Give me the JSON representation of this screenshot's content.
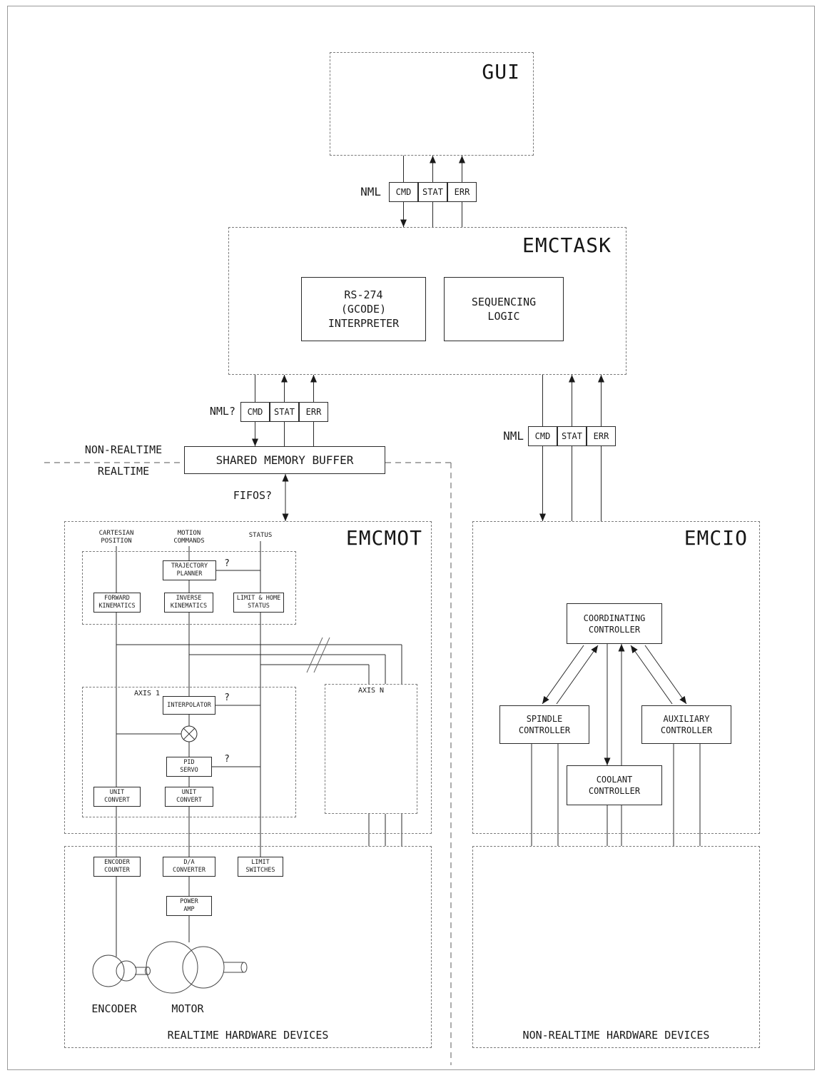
{
  "meta": {
    "ink": "#1a1a1a",
    "background": "#ffffff"
  },
  "diagram": {
    "gui": {
      "title": "GUI"
    },
    "nml_gui": {
      "label": "NML",
      "cmd": "CMD",
      "stat": "STAT",
      "err": "ERR"
    },
    "emctask": {
      "title": "EMCTASK",
      "interpreter": "RS-274\n(GCODE)\nINTERPRETER",
      "sequencing": "SEQUENCING\nLOGIC"
    },
    "nml_mot": {
      "label": "NML?",
      "cmd": "CMD",
      "stat": "STAT",
      "err": "ERR"
    },
    "nml_io": {
      "label": "NML",
      "cmd": "CMD",
      "stat": "STAT",
      "err": "ERR"
    },
    "shared_memory": "SHARED MEMORY BUFFER",
    "boundary": {
      "non_realtime": "NON-REALTIME",
      "realtime": "REALTIME"
    },
    "fifos": "FIFOS?",
    "emcmot": {
      "title": "EMCMOT",
      "headers": {
        "cartesian": "CARTESIAN\nPOSITION",
        "motion": "MOTION\nCOMMANDS",
        "status": "STATUS"
      },
      "trajectory_planner": "TRAJECTORY\nPLANNER",
      "forward_kinematics": "FORWARD\nKINEMATICS",
      "inverse_kinematics": "INVERSE\nKINEMATICS",
      "limit_home_status": "LIMIT & HOME\nSTATUS",
      "question": "?",
      "axis1": {
        "label": "AXIS 1",
        "interpolator": "INTERPOLATOR",
        "pid_servo": "PID\nSERVO",
        "unit_convert": "UNIT\nCONVERT"
      },
      "axisn": {
        "label": "AXIS N"
      }
    },
    "emcio": {
      "title": "EMCIO",
      "coordinating": "COORDINATING\nCONTROLLER",
      "spindle": "SPINDLE\nCONTROLLER",
      "auxiliary": "AUXILIARY\nCONTROLLER",
      "coolant": "COOLANT\nCONTROLLER"
    },
    "realtime_hw": {
      "encoder_counter": "ENCODER\nCOUNTER",
      "da_converter": "D/A\nCONVERTER",
      "limit_switches": "LIMIT\nSWITCHES",
      "power_amp": "POWER\nAMP",
      "encoder": "ENCODER",
      "motor": "MOTOR",
      "caption": "REALTIME HARDWARE DEVICES"
    },
    "nonrealtime_hw": {
      "caption": "NON-REALTIME HARDWARE DEVICES"
    }
  }
}
